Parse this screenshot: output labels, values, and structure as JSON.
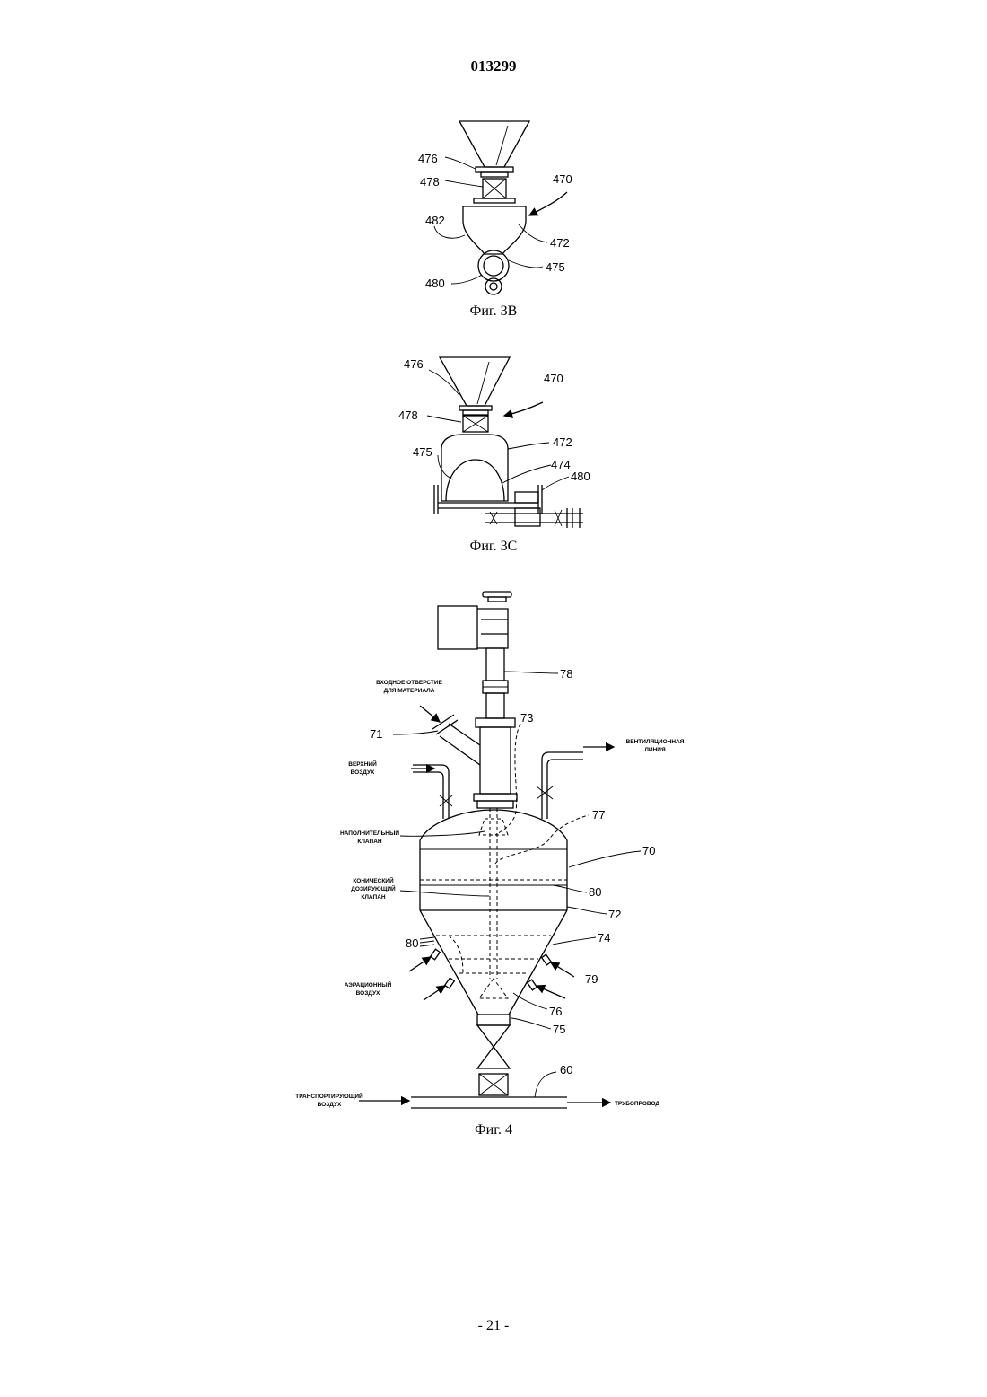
{
  "header": {
    "patent_number": "013299"
  },
  "fig3b": {
    "caption": "Фиг. 3В",
    "refs": {
      "r476": "476",
      "r478": "478",
      "r470": "470",
      "r482": "482",
      "r472": "472",
      "r475": "475",
      "r480": "480"
    }
  },
  "fig3c": {
    "caption": "Фиг. 3С",
    "refs": {
      "r476": "476",
      "r470": "470",
      "r478": "478",
      "r472": "472",
      "r475": "475",
      "r474": "474",
      "r480": "480"
    }
  },
  "fig4": {
    "caption": "Фиг. 4",
    "refs": {
      "r78": "78",
      "r73": "73",
      "r71": "71",
      "r77": "77",
      "r70": "70",
      "r80a": "80",
      "r72": "72",
      "r74": "74",
      "r80b": "80",
      "r79": "79",
      "r76": "76",
      "r75": "75",
      "r60": "60"
    },
    "labels": {
      "material_inlet_1": "ВХОДНОЕ ОТВЕРСТИЕ",
      "material_inlet_2": "ДЛЯ МАТЕРИАЛА",
      "vent_line_1": "ВЕНТИЛЯЦИОННАЯ",
      "vent_line_2": "ЛИНИЯ",
      "upper_air_1": "ВЕРХНИЙ",
      "upper_air_2": "ВОЗДУХ",
      "fill_valve_1": "НАПОЛНИТЕЛЬНЫЙ",
      "fill_valve_2": "КЛАПАН",
      "cone_valve_1": "КОНИЧЕСКИЙ",
      "cone_valve_2": "ДОЗИРУЮЩИЙ",
      "cone_valve_3": "КЛАПАН",
      "aeration_air_1": "АЭРАЦИОННЫЙ",
      "aeration_air_2": "ВОЗДУХ",
      "transport_air_1": "ТРАНСПОРТИРУЮЩИЙ",
      "transport_air_2": "ВОЗДУХ",
      "pipeline": "ТРУБОПРОВОД"
    }
  },
  "footer": {
    "page": "- 21 -"
  }
}
